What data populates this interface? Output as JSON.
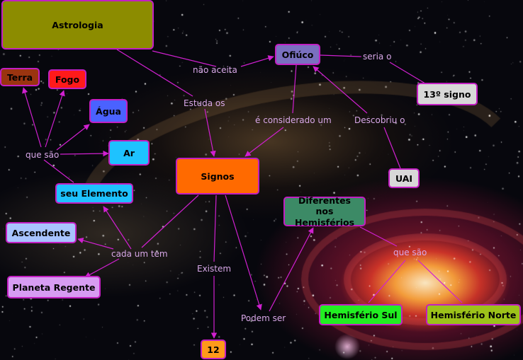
{
  "nodes": {
    "astrologia": "Astrologia",
    "ofiuco": "Ofiúco",
    "signo13": "13º signo",
    "terra": "Terra",
    "fogo": "Fogo",
    "agua": "Água",
    "ar": "Ar",
    "seu_elemento": "seu Elemento",
    "signos": "Signos",
    "uai": "UAI",
    "diferentes": "Diferentes nos Hemisférios",
    "ascendente": "Ascendente",
    "planeta_regente": "Planeta Regente",
    "hemisferio_sul": "Hemisfério Sul",
    "hemisferio_norte": "Hemisfério Norte",
    "doze": "12"
  },
  "links": {
    "nao_aceita": "não aceita",
    "seria_o": "seria o",
    "estuda_os": "Estuda os",
    "considerado_um": "é considerado um",
    "descobriu_o": "Descobriu o",
    "que_sao_elementos": "que são",
    "cada_um_tem": "cada um tem",
    "existem": "Existem",
    "podem_ser": "Podem ser",
    "que_sao_hemisferios": "que são"
  },
  "colors": {
    "node_border": "#c21fc2",
    "connector": "#d020d0",
    "link_text": "#d7a7e7",
    "astrologia": "#8c8c00",
    "ofiuco": "#7a70c0",
    "signo13": "#d8d8d8",
    "terra": "#9a3410",
    "fogo": "#ff1a1a",
    "agua": "#4a62ff",
    "ar": "#1ec2ff",
    "seu_elemento": "#1ec2ff",
    "signos": "#ff6a00",
    "uai": "#d8d8d8",
    "diferentes": "#3c8a66",
    "ascendente": "#a8c4ff",
    "planeta_regente": "#d79cf2",
    "hemisferio_sul": "#22ee22",
    "hemisferio_norte": "#9cc21a",
    "doze": "#ff9a1a"
  }
}
